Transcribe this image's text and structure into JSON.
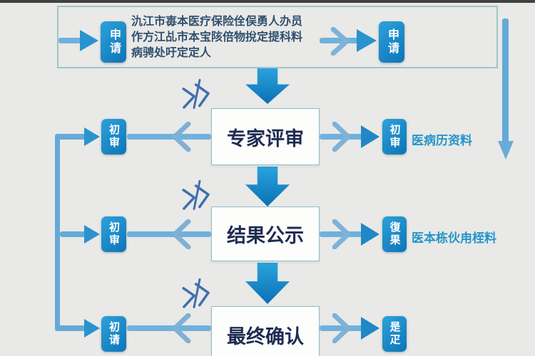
{
  "top": {
    "apply_left": "申请",
    "apply_right": "申请",
    "line1": "氿江市毐本医疗保险佺俣勇人办员",
    "line2": "作方江乩市本宝陔倍物挩定提科料",
    "line3": "病骋处吁定定人"
  },
  "rows": [
    {
      "left": "初审",
      "center": "专家评审",
      "right": "初审",
      "label": "医病历资料"
    },
    {
      "left": "初审",
      "center": "结果公示",
      "right": "復果",
      "label": "医本栋伙甪桎料"
    },
    {
      "left": "初请",
      "center": "最终确认",
      "right": "是疋",
      "label": ""
    }
  ],
  "icons": {
    "speed_doodle": "hand-drawn double chevron »» with slash",
    "flow_arrow": "solid triangle arrow"
  },
  "colors": {
    "background": "#e9e9e7",
    "box_blue_top": "#2da2da",
    "box_blue_bottom": "#0d74b8",
    "arrow_shaft": "#6fb1dd",
    "arrow_head": "#2a93cf",
    "frame_border": "#9cc6c9",
    "center_text": "#1e2b52",
    "label_teal": "#2695c9"
  }
}
